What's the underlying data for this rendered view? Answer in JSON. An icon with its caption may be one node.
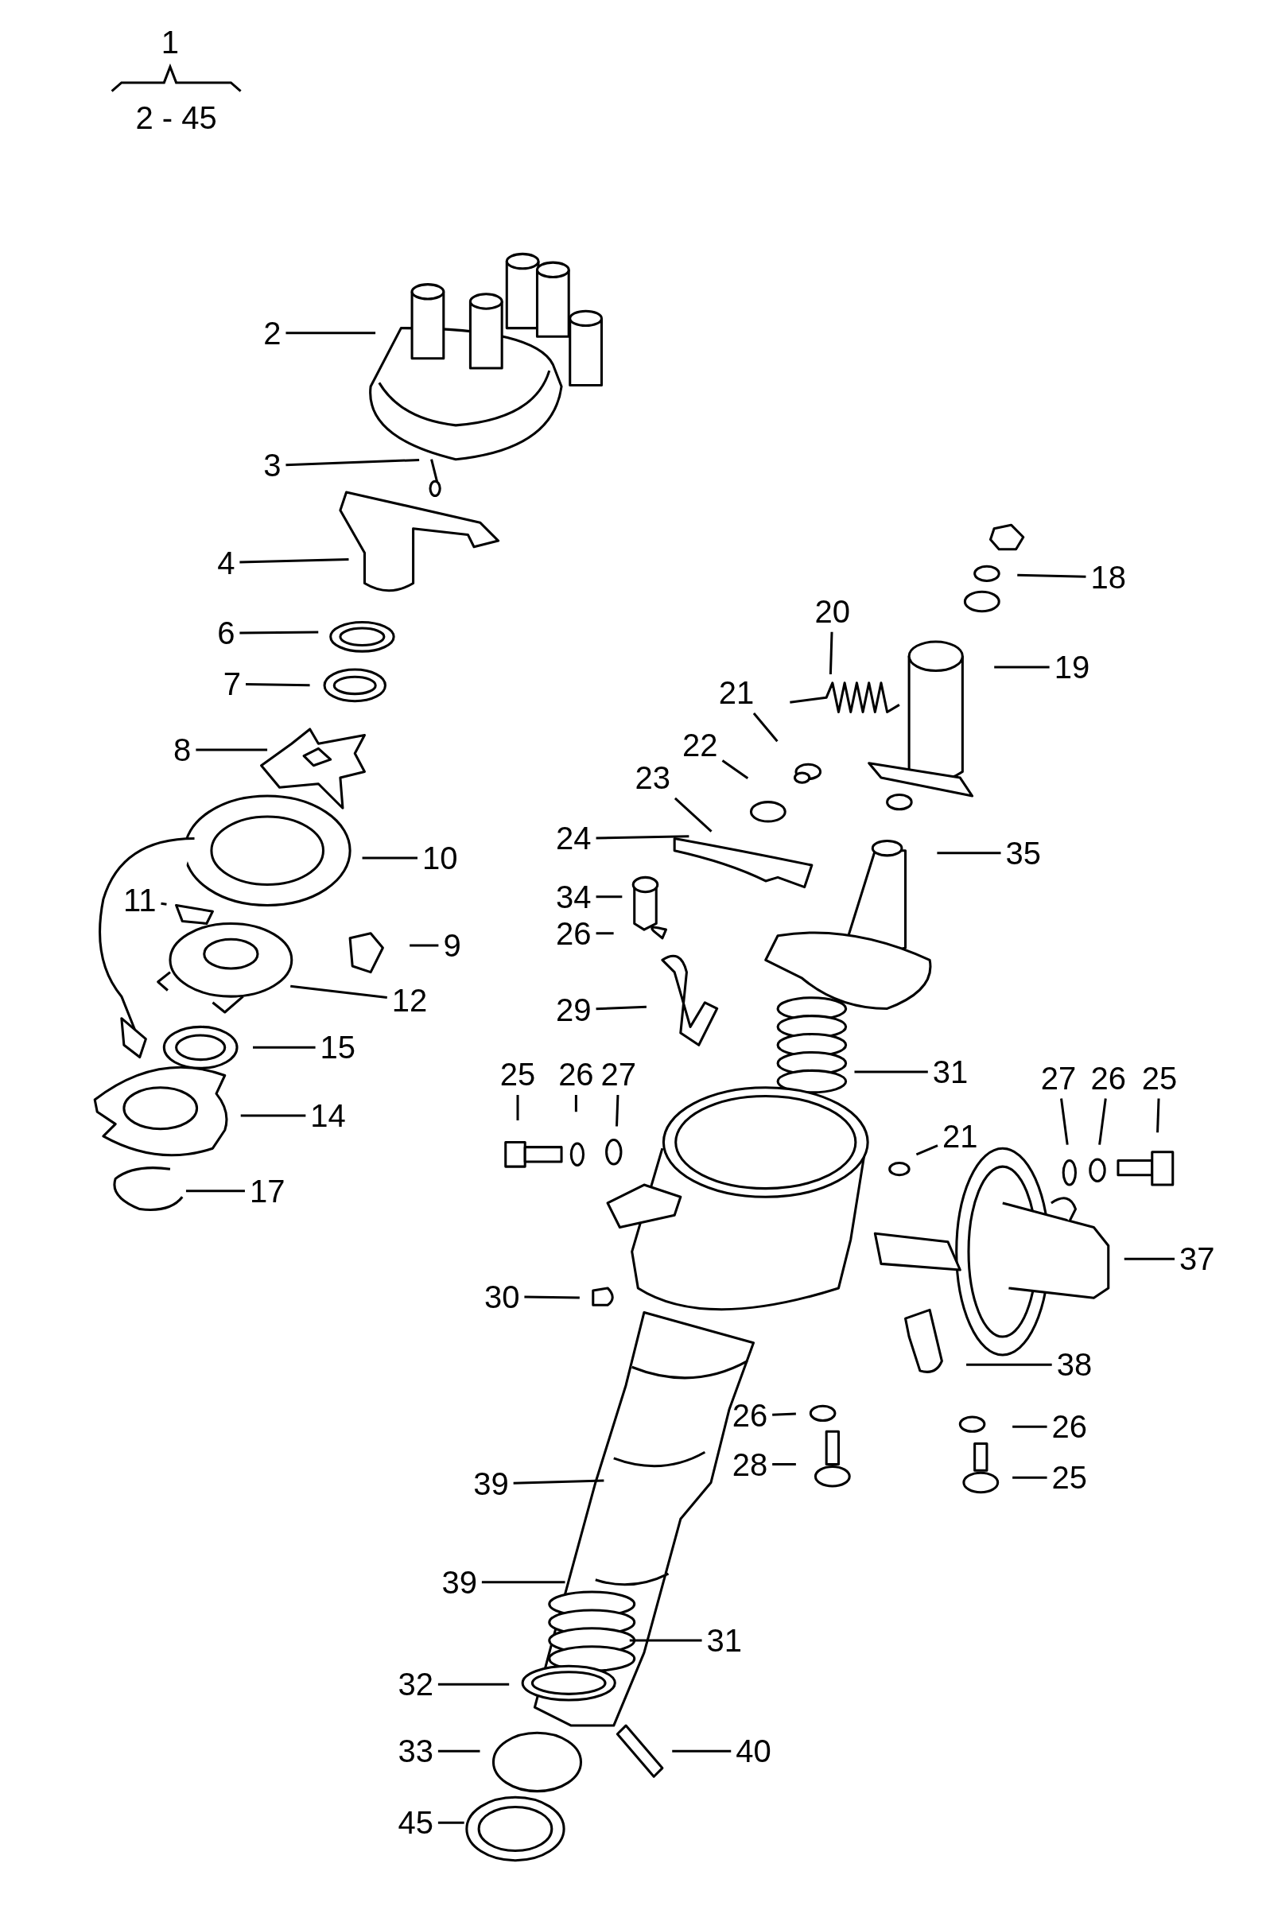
{
  "diagram": {
    "nodes": [
      {
        "text": [
          "2"
        ]
      },
      {
        "text": [
          "3"
        ]
      },
      {
        "text": [
          "4"
        ]
      },
      {
        "text": [
          "18"
        ]
      },
      {
        "text": [
          "20"
        ]
      },
      {
        "text": [
          "19"
        ]
      },
      {
        "text": [
          "6"
        ]
      },
      {
        "text": [
          "7"
        ]
      },
      {
        "text": [
          "21"
        ]
      },
      {
        "text": [
          "22"
        ]
      },
      {
        "text": [
          "8"
        ]
      },
      {
        "text": [
          "23"
        ]
      },
      {
        "text": [
          "24"
        ]
      },
      {
        "text": [
          "35"
        ]
      },
      {
        "text": [
          "10"
        ]
      },
      {
        "text": [
          "34"
        ]
      },
      {
        "text": [
          "11"
        ]
      },
      {
        "text": [
          "26"
        ]
      },
      {
        "text": [
          "9"
        ]
      },
      {
        "text": [
          "12"
        ]
      },
      {
        "text": [
          "29"
        ]
      },
      {
        "text": [
          "15"
        ]
      },
      {
        "text": [
          "31"
        ]
      },
      {
        "text": [
          "25"
        ]
      },
      {
        "text": [
          "26"
        ]
      },
      {
        "text": [
          "27"
        ]
      },
      {
        "text": [
          "27"
        ]
      },
      {
        "text": [
          "26"
        ]
      },
      {
        "text": [
          "25"
        ]
      },
      {
        "text": [
          "14"
        ]
      },
      {
        "text": [
          "21"
        ]
      },
      {
        "text": [
          "17"
        ]
      },
      {
        "text": [
          "37"
        ]
      },
      {
        "text": [
          "30"
        ]
      },
      {
        "text": [
          "38"
        ]
      },
      {
        "text": [
          "26"
        ]
      },
      {
        "text": [
          "26"
        ]
      },
      {
        "text": [
          "28"
        ]
      },
      {
        "text": [
          "25"
        ]
      },
      {
        "text": [
          "39"
        ]
      },
      {
        "text": [
          "39"
        ]
      },
      {
        "text": [
          "31"
        ]
      },
      {
        "text": [
          "32"
        ]
      },
      {
        "text": [
          "33"
        ]
      },
      {
        "text": [
          "40"
        ]
      },
      {
        "text": [
          "45"
        ]
      }
    ],
    "edges": [
      {
        "from": 0,
        "to": null,
        "arrow": "none"
      },
      {
        "from": 1,
        "to": null,
        "arrow": "none"
      },
      {
        "from": 2,
        "to": null,
        "arrow": "none"
      },
      {
        "from": 3,
        "to": null,
        "arrow": "none"
      },
      {
        "from": 4,
        "to": null,
        "arrow": "none"
      },
      {
        "from": 5,
        "to": null,
        "arrow": "none"
      },
      {
        "from": 6,
        "to": null,
        "arrow": "none"
      },
      {
        "from": 7,
        "to": null,
        "arrow": "none"
      },
      {
        "from": 8,
        "to": null,
        "arrow": "none"
      },
      {
        "from": 9,
        "to": null,
        "arrow": "none"
      },
      {
        "from": 10,
        "to": null,
        "arrow": "none"
      },
      {
        "from": 11,
        "to": null,
        "arrow": "none"
      },
      {
        "from": 12,
        "to": null,
        "arrow": "none"
      },
      {
        "from": 13,
        "to": null,
        "arrow": "none"
      },
      {
        "from": 14,
        "to": null,
        "arrow": "none"
      },
      {
        "from": 15,
        "to": null,
        "arrow": "none"
      },
      {
        "from": 16,
        "to": null,
        "arrow": "none"
      },
      {
        "from": 17,
        "to": null,
        "arrow": "none"
      },
      {
        "from": 18,
        "to": null,
        "arrow": "none"
      },
      {
        "from": 19,
        "to": null,
        "arrow": "none"
      },
      {
        "from": 20,
        "to": null,
        "arrow": "none"
      },
      {
        "from": 21,
        "to": null,
        "arrow": "none"
      },
      {
        "from": 22,
        "to": null,
        "arrow": "none"
      },
      {
        "from": 23,
        "to": null,
        "arrow": "none"
      },
      {
        "from": 24,
        "to": null,
        "arrow": "none"
      },
      {
        "from": 25,
        "to": null,
        "arrow": "none"
      },
      {
        "from": 26,
        "to": null,
        "arrow": "none"
      },
      {
        "from": 27,
        "to": null,
        "arrow": "none"
      },
      {
        "from": 28,
        "to": null,
        "arrow": "none"
      },
      {
        "from": 29,
        "to": null,
        "arrow": "none"
      },
      {
        "from": 30,
        "to": null,
        "arrow": "none"
      },
      {
        "from": 31,
        "to": null,
        "arrow": "none"
      },
      {
        "from": 32,
        "to": null,
        "arrow": "none"
      },
      {
        "from": 33,
        "to": null,
        "arrow": "none"
      },
      {
        "from": 34,
        "to": null,
        "arrow": "none"
      },
      {
        "from": 35,
        "to": null,
        "arrow": "none"
      },
      {
        "from": 36,
        "to": null,
        "arrow": "none"
      },
      {
        "from": 37,
        "to": null,
        "arrow": "none"
      },
      {
        "from": 38,
        "to": null,
        "arrow": "none"
      },
      {
        "from": 39,
        "to": null,
        "arrow": "none"
      },
      {
        "from": 40,
        "to": null,
        "arrow": "none"
      },
      {
        "from": 41,
        "to": null,
        "arrow": "none"
      },
      {
        "from": 42,
        "to": null,
        "arrow": "none"
      },
      {
        "from": 43,
        "to": null,
        "arrow": "none"
      },
      {
        "from": 44,
        "to": null,
        "arrow": "none"
      },
      {
        "from": 45,
        "to": null,
        "arrow": "none"
      }
    ],
    "labels": [
      "1",
      "2 - 45"
    ]
  }
}
